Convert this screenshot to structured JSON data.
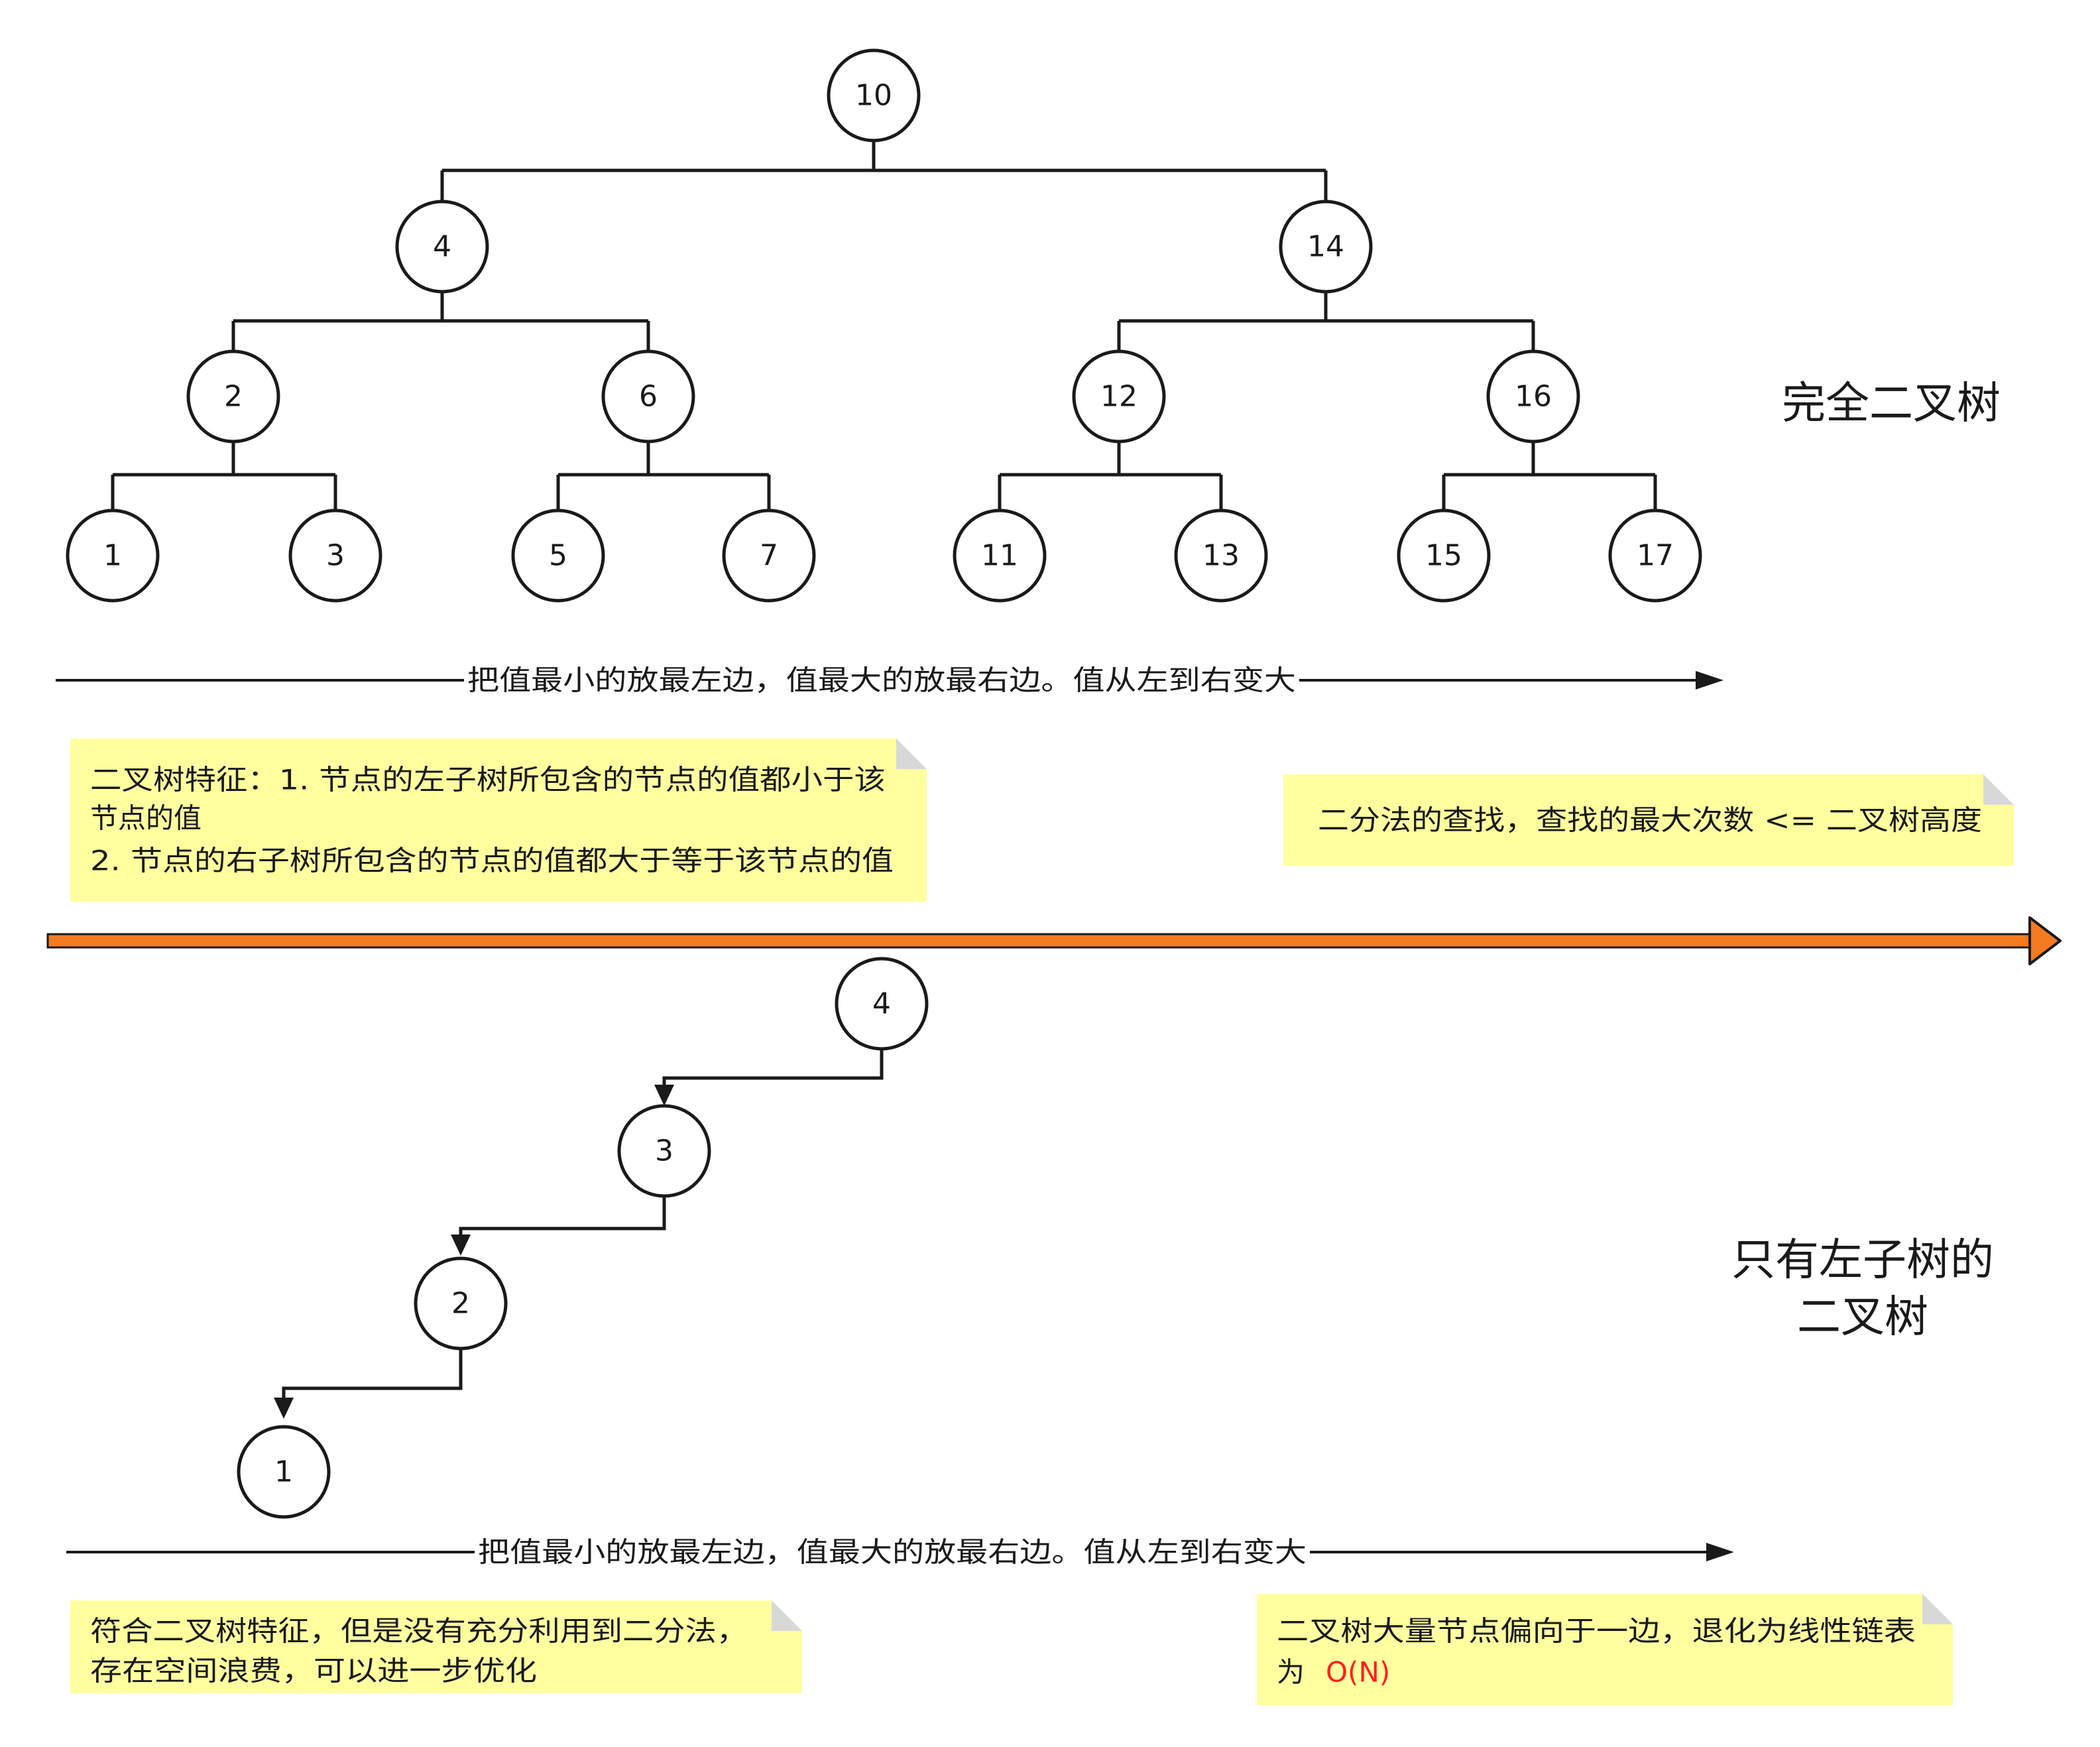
{
  "colors": {
    "note_bg": "#ffffa0",
    "note_fold": "#d8d8d8",
    "divider": "#f47b20",
    "accent_red": "#ff1e1e",
    "stroke": "#1a1a1a"
  },
  "complete_tree": {
    "title": "完全二叉树",
    "nodes": [
      "10",
      "4",
      "14",
      "2",
      "6",
      "12",
      "16",
      "1",
      "3",
      "5",
      "7",
      "11",
      "13",
      "15",
      "17"
    ],
    "axis_label": "把值最小的放最左边，值最大的放最右边。值从左到右变大",
    "note_left": {
      "line1": "二叉树特征：1. 节点的左子树所包含的节点的值都小于该",
      "line2": "节点的值",
      "line3": "2. 节点的右子树所包含的节点的值都大于等于该节点的值"
    },
    "note_right": {
      "line1": "二分法的查找，查找的最大次数 <= 二叉树高度"
    }
  },
  "left_tree": {
    "title_line1": "只有左子树的",
    "title_line2": "二叉树",
    "nodes": [
      "4",
      "3",
      "2",
      "1"
    ],
    "axis_label": "把值最小的放最左边，值最大的放最右边。值从左到右变大",
    "note_left": {
      "line1": "符合二叉树特征，但是没有充分利用到二分法，",
      "line2": "存在空间浪费，可以进一步优化"
    },
    "note_right": {
      "line1": "二叉树大量节点偏向于一边，退化为线性链表",
      "line2_prefix": "为",
      "line2_highlight": "O(N)"
    }
  }
}
